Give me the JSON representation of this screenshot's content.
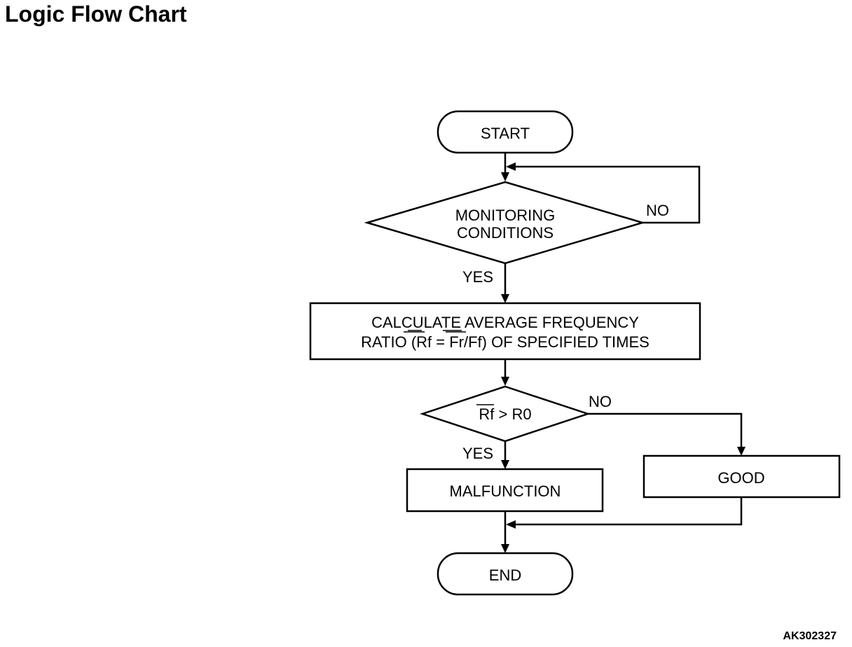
{
  "title": "Logic Flow Chart",
  "figure_id": "AK302327",
  "nodes": {
    "start": "START",
    "monitoring_line1": "MONITORING",
    "monitoring_line2": "CONDITIONS",
    "calc_line1": "CALCULATE AVERAGE FREQUENCY",
    "calc_line2_a": "RATIO (",
    "calc_line2_rf": "Rf",
    "calc_line2_eq": " = ",
    "calc_line2_fr": "Fr/Ff",
    "calc_line2_b": ") OF SPECIFIED TIMES",
    "compare_rf": "Rf",
    "compare_rest": " > R0",
    "malfunction": "MALFUNCTION",
    "good": "GOOD",
    "end": "END"
  },
  "edges": {
    "monitoring_no": "NO",
    "monitoring_yes": "YES",
    "compare_no": "NO",
    "compare_yes": "YES"
  }
}
